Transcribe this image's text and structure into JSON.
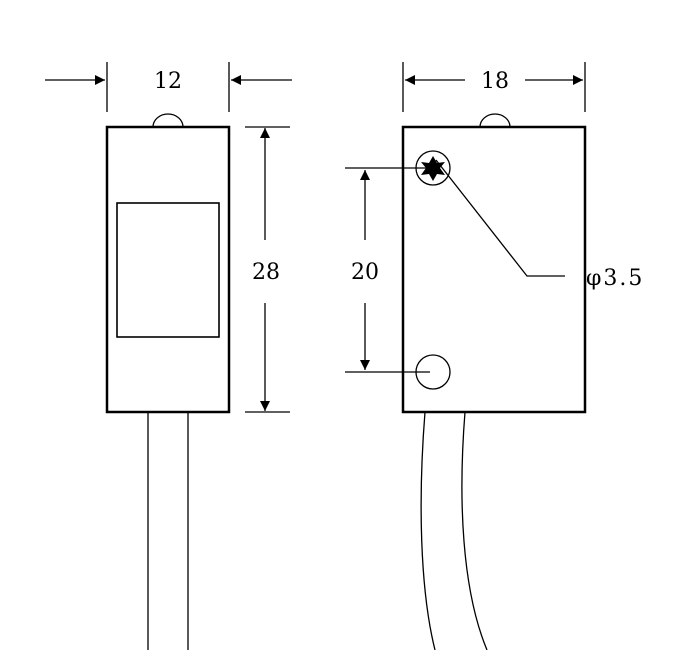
{
  "drawing": {
    "front_view": {
      "width_label": "12",
      "height_label": "28"
    },
    "side_view": {
      "width_label": "18",
      "hole_spacing_label": "20",
      "hole_diameter_label": "φ3.5"
    }
  },
  "colors": {
    "line": "#000000",
    "background": "#ffffff"
  }
}
